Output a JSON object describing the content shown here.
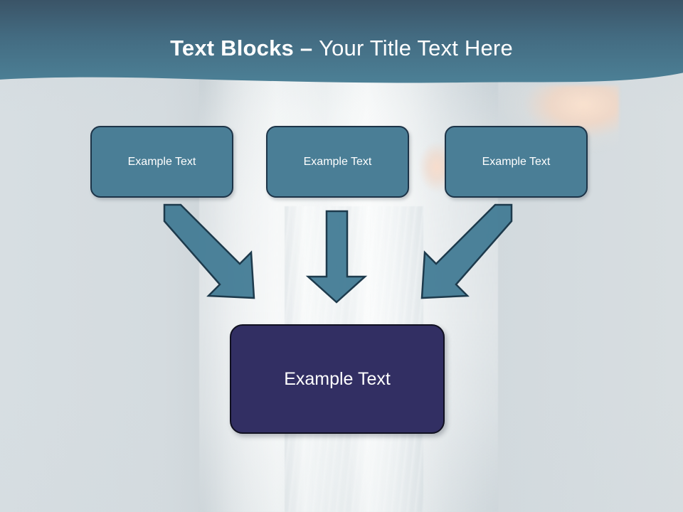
{
  "slide": {
    "title": {
      "bold_part": "Text Blocks",
      "separator": " – ",
      "regular_part": "Your Title Text Here",
      "full": "Text Blocks – Your Title Text Here"
    },
    "background_description": "faded photo of person in jeans"
  },
  "top_boxes": [
    {
      "label": "Example Text"
    },
    {
      "label": "Example Text"
    },
    {
      "label": "Example Text"
    }
  ],
  "bottom_box": {
    "label": "Example Text"
  },
  "arrows": [
    {
      "name": "arrow-left-diagonal",
      "direction": "down-right"
    },
    {
      "name": "arrow-middle",
      "direction": "down"
    },
    {
      "name": "arrow-right-diagonal",
      "direction": "down-left"
    }
  ],
  "colors": {
    "header_top": "#3b5569",
    "header_bottom": "#4a7d93",
    "background": "#d3dade",
    "top_box_fill": "#4a7e96",
    "top_box_border": "#1d3448",
    "bottom_box_fill": "#322f63",
    "bottom_box_border": "#101020",
    "arrow_fill": "#417a94",
    "arrow_border": "#1d3a4c",
    "title_text": "#ffffff"
  }
}
